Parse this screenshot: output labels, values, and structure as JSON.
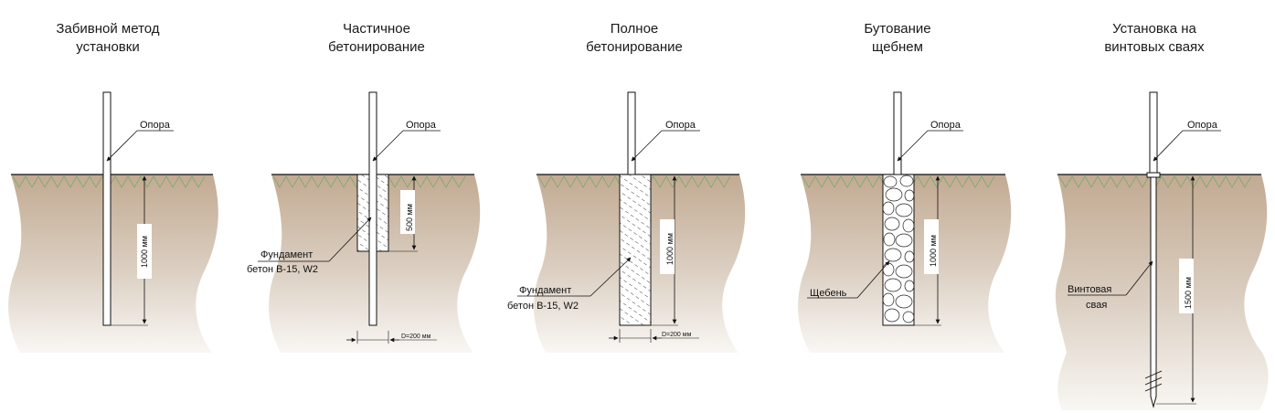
{
  "panels": [
    {
      "title_line1": "Забивной метод",
      "title_line2": "установки",
      "support_label": "Опора",
      "depth_label": "1000 мм"
    },
    {
      "title_line1": "Частичное",
      "title_line2": "бетонирование",
      "support_label": "Опора",
      "depth_label": "500 мм",
      "foundation_line1": "Фундамент",
      "foundation_line2": "бетон В-15, W2",
      "diameter_label": "D=200 мм"
    },
    {
      "title_line1": "Полное",
      "title_line2": "бетонирование",
      "support_label": "Опора",
      "depth_label": "1000 мм",
      "foundation_line1": "Фундамент",
      "foundation_line2": "бетон В-15, W2",
      "diameter_label": "D=200 мм"
    },
    {
      "title_line1": "Бутование",
      "title_line2": "щебнем",
      "support_label": "Опора",
      "depth_label": "1000 мм",
      "fill_label": "Щебень"
    },
    {
      "title_line1": "Установка на",
      "title_line2": "винтовых сваях",
      "support_label": "Опора",
      "depth_label": "1500 мм",
      "pile_line1": "Винтовая",
      "pile_line2": "свая"
    }
  ],
  "colors": {
    "soil_top": "#c2aa92",
    "soil_mid": "#d8cbbc",
    "soil_bottom": "#f8f6f3",
    "grass": "#5aa65a",
    "line": "#111111"
  }
}
